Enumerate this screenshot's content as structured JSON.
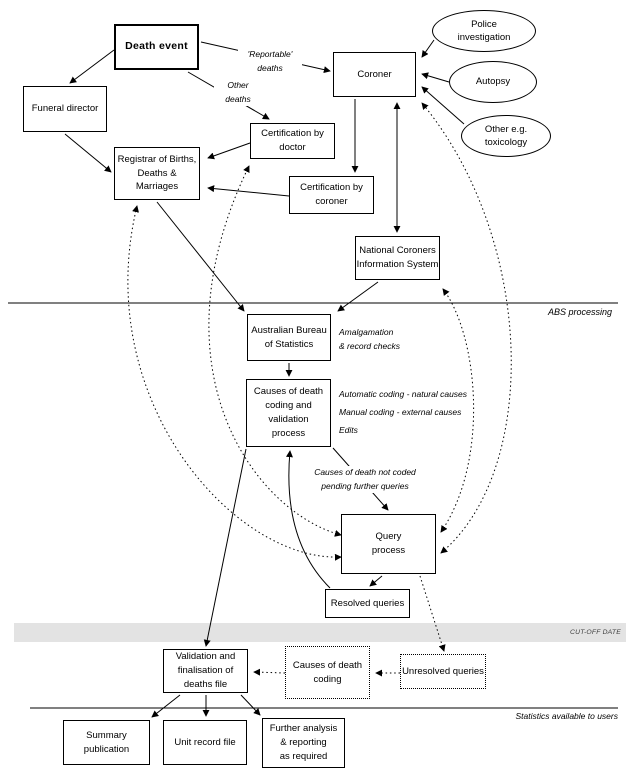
{
  "diagram": {
    "nodes": {
      "death_event": "Death event",
      "funeral_director": "Funeral director",
      "registrar": "Registrar of Births,\nDeaths &\nMarriages",
      "cert_doctor": "Certification by\ndoctor",
      "cert_coroner": "Certification by\ncoroner",
      "coroner": "Coroner",
      "police_investigation": "Police\ninvestigation",
      "autopsy": "Autopsy",
      "other_toxicology": "Other e.g.\ntoxicology",
      "ncis": "National Coroners\nInformation System",
      "abs": "Australian Bureau\nof Statistics",
      "causes_coding_validation": "Causes of death\ncoding and\nvalidation\nprocess",
      "query_process": "Query\nprocess",
      "resolved_queries": "Resolved queries",
      "validation_finalisation": "Validation and\nfinalisation of\ndeaths file",
      "causes_of_death_coding": "Causes of death\ncoding",
      "unresolved_queries": "Unresolved queries",
      "summary_publication": "Summary\npublication",
      "unit_record_file": "Unit record file",
      "further_analysis": "Further analysis\n& reporting\nas required"
    },
    "annotations": {
      "reportable_deaths": "'Reportable'\ndeaths",
      "other_deaths": "Other\ndeaths",
      "amalgamation": "Amalgamation\n& record checks",
      "automatic_coding": "Automatic coding - natural causes",
      "manual_coding": "Manual coding - external causes",
      "edits": "Edits",
      "not_coded": "Causes of death not coded\npending further queries"
    },
    "sections": {
      "abs_processing": "ABS processing",
      "cutoff_date": "CUT-OFF DATE",
      "stats_available": "Statistics available to users"
    },
    "colors": {
      "line": "#000000",
      "cutoff_bar": "#e3e3e3",
      "background": "#ffffff"
    }
  }
}
